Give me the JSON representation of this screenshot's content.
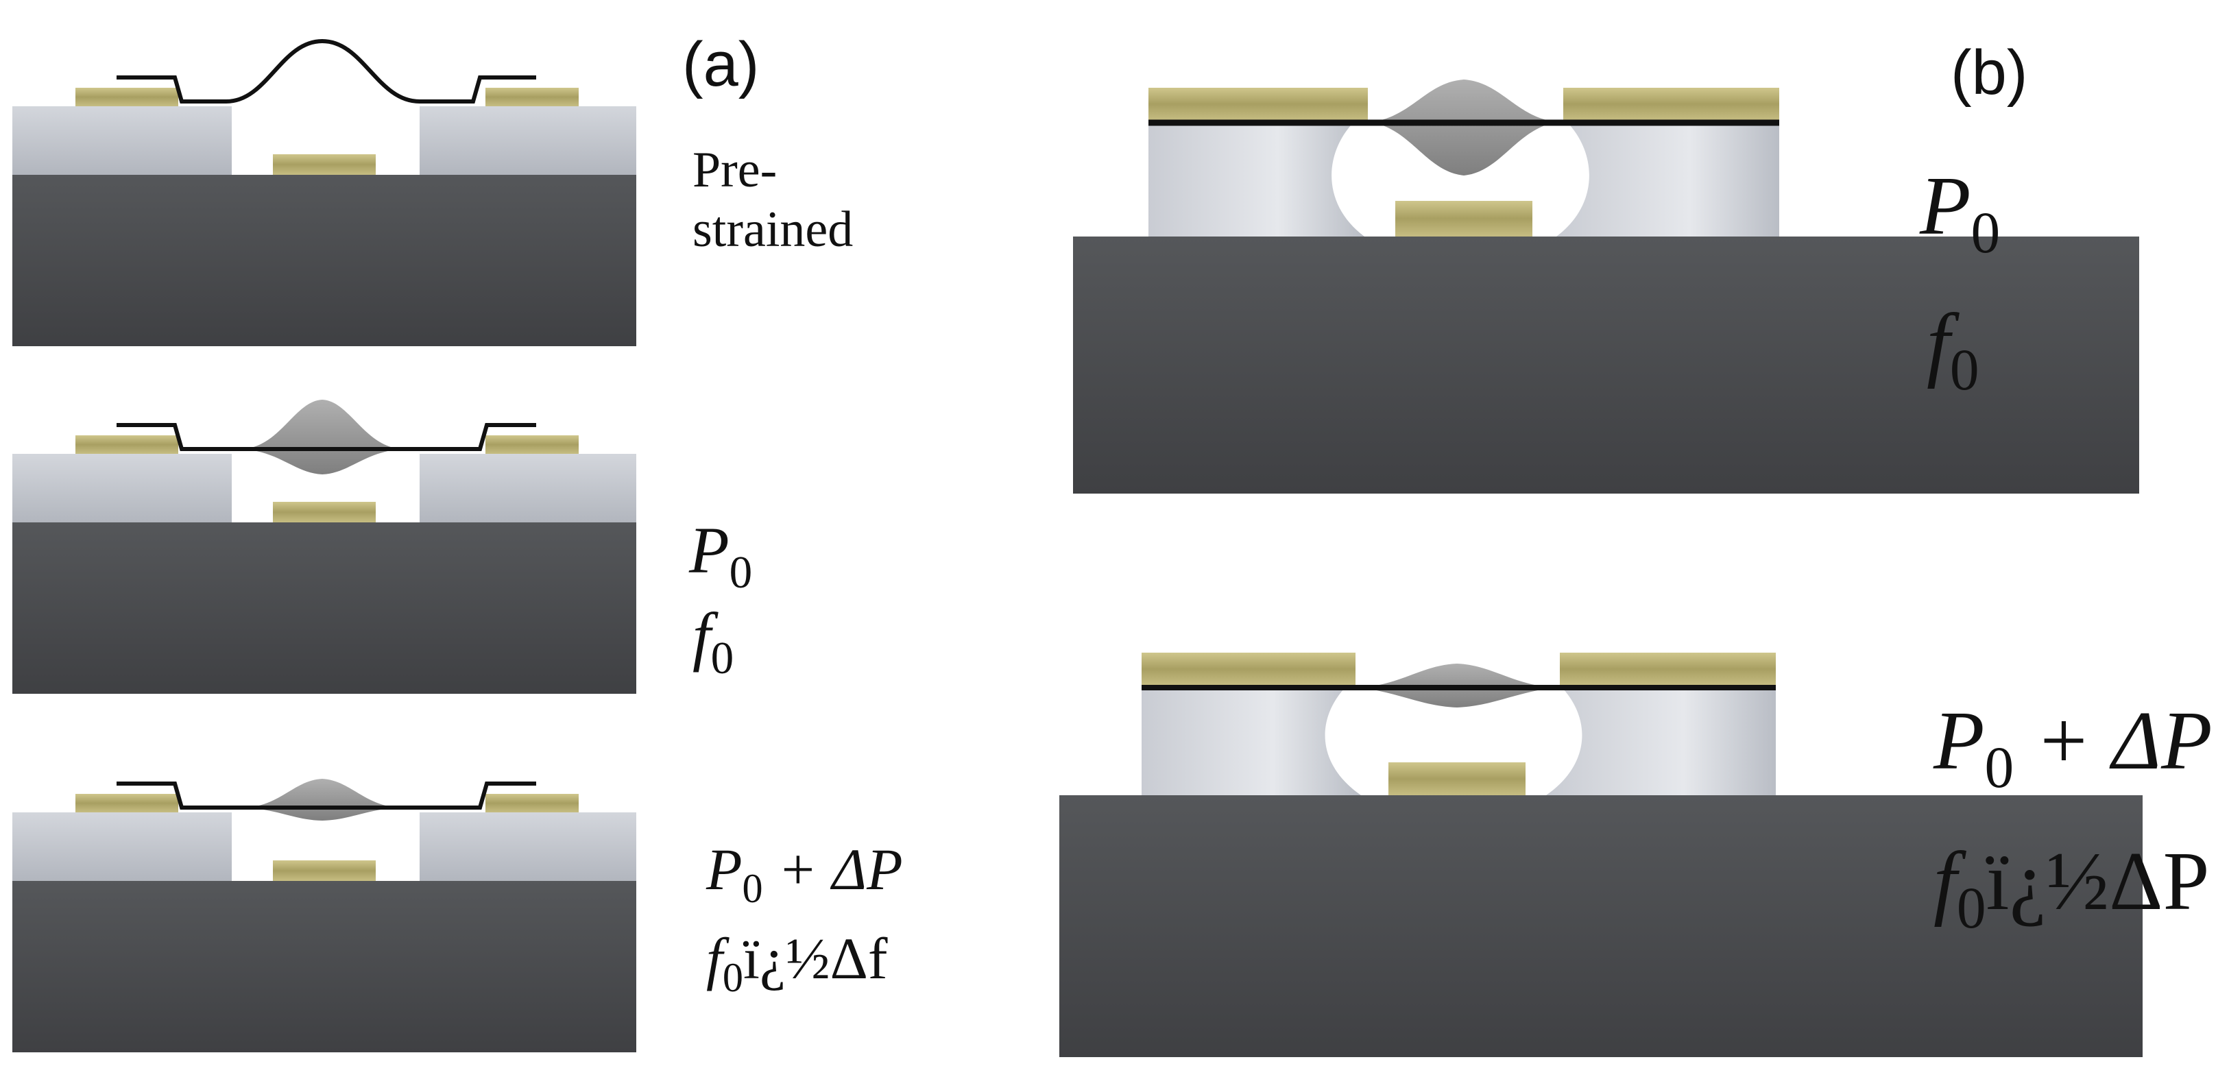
{
  "panels": {
    "a": {
      "label": "(a)",
      "states": [
        {
          "line1": "Pre-",
          "line2": "strained"
        },
        {
          "p_base": "P",
          "p_sub": "0",
          "f_base": "f",
          "f_sub": "0"
        },
        {
          "p_base": "P",
          "p_sub": "0",
          "p_suffix": " + ΔP",
          "f_base": "f",
          "f_sub": "0",
          "f_suffix": "ï¿½Δf"
        }
      ]
    },
    "b": {
      "label": "(b)",
      "states": [
        {
          "p_base": "P",
          "p_sub": "0",
          "f_base": "f",
          "f_sub": "0"
        },
        {
          "p_base": "P",
          "p_sub": "0",
          "p_suffix": " + ΔP",
          "f_base": "f",
          "f_sub": "0",
          "f_suffix": "ï¿½ΔP"
        }
      ]
    }
  },
  "colors": {
    "substrate": "#4a4b4d",
    "spacer": "#c4c8cf",
    "electrode": "#bdb47a",
    "membrane": "#111111",
    "dome": "#9a9a9a"
  }
}
